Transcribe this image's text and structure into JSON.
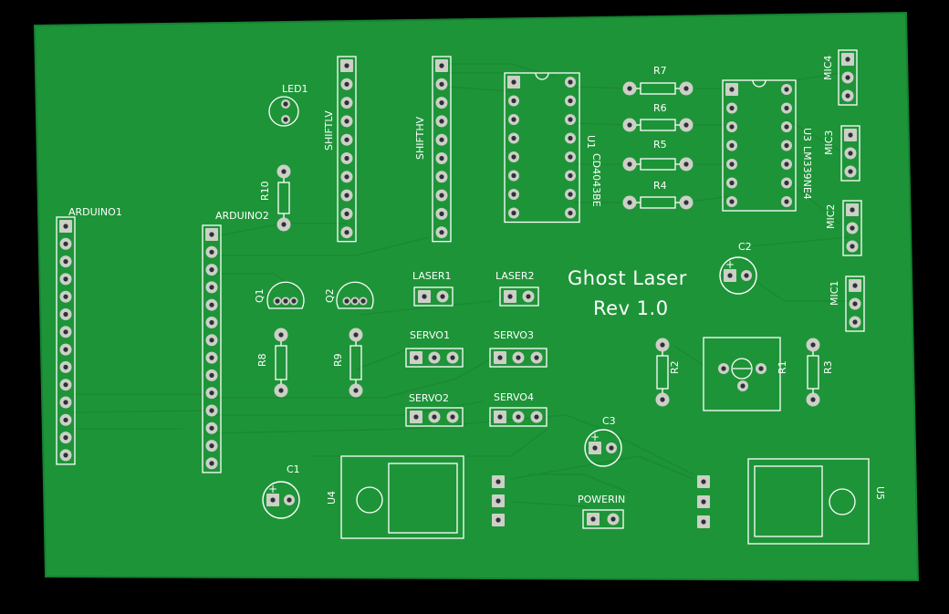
{
  "board": {
    "title": "Ghost Laser",
    "revision": "Rev 1.0",
    "colors": {
      "pcb": "#1e9438",
      "silk": "#ffffff",
      "copper": "#ccd0c6",
      "edge": "#168030"
    }
  },
  "labels": {
    "led1": "LED1",
    "shiftlv": "SHIFTLV",
    "shifthv": "SHIFTHV",
    "u1": "U1",
    "u1_part": "CD4043BE",
    "r7": "R7",
    "r6": "R6",
    "r5": "R5",
    "r4": "R4",
    "u3": "U3",
    "u3_part": "LM339NE4",
    "mic4": "MIC4",
    "mic3": "MIC3",
    "mic2": "MIC2",
    "mic1": "MIC1",
    "arduino1": "ARDUINO1",
    "arduino2": "ARDUINO2",
    "r10": "R10",
    "q1": "Q1",
    "q2": "Q2",
    "laser1": "LASER1",
    "laser2": "LASER2",
    "c2": "C2",
    "r8": "R8",
    "r9": "R9",
    "servo1": "SERVO1",
    "servo3": "SERVO3",
    "servo2": "SERVO2",
    "servo4": "SERVO4",
    "r2": "R2",
    "r1": "R1",
    "r3": "R3",
    "c3": "C3",
    "c1": "C1",
    "u4": "U4",
    "u5": "U5",
    "powerin": "POWERIN"
  }
}
